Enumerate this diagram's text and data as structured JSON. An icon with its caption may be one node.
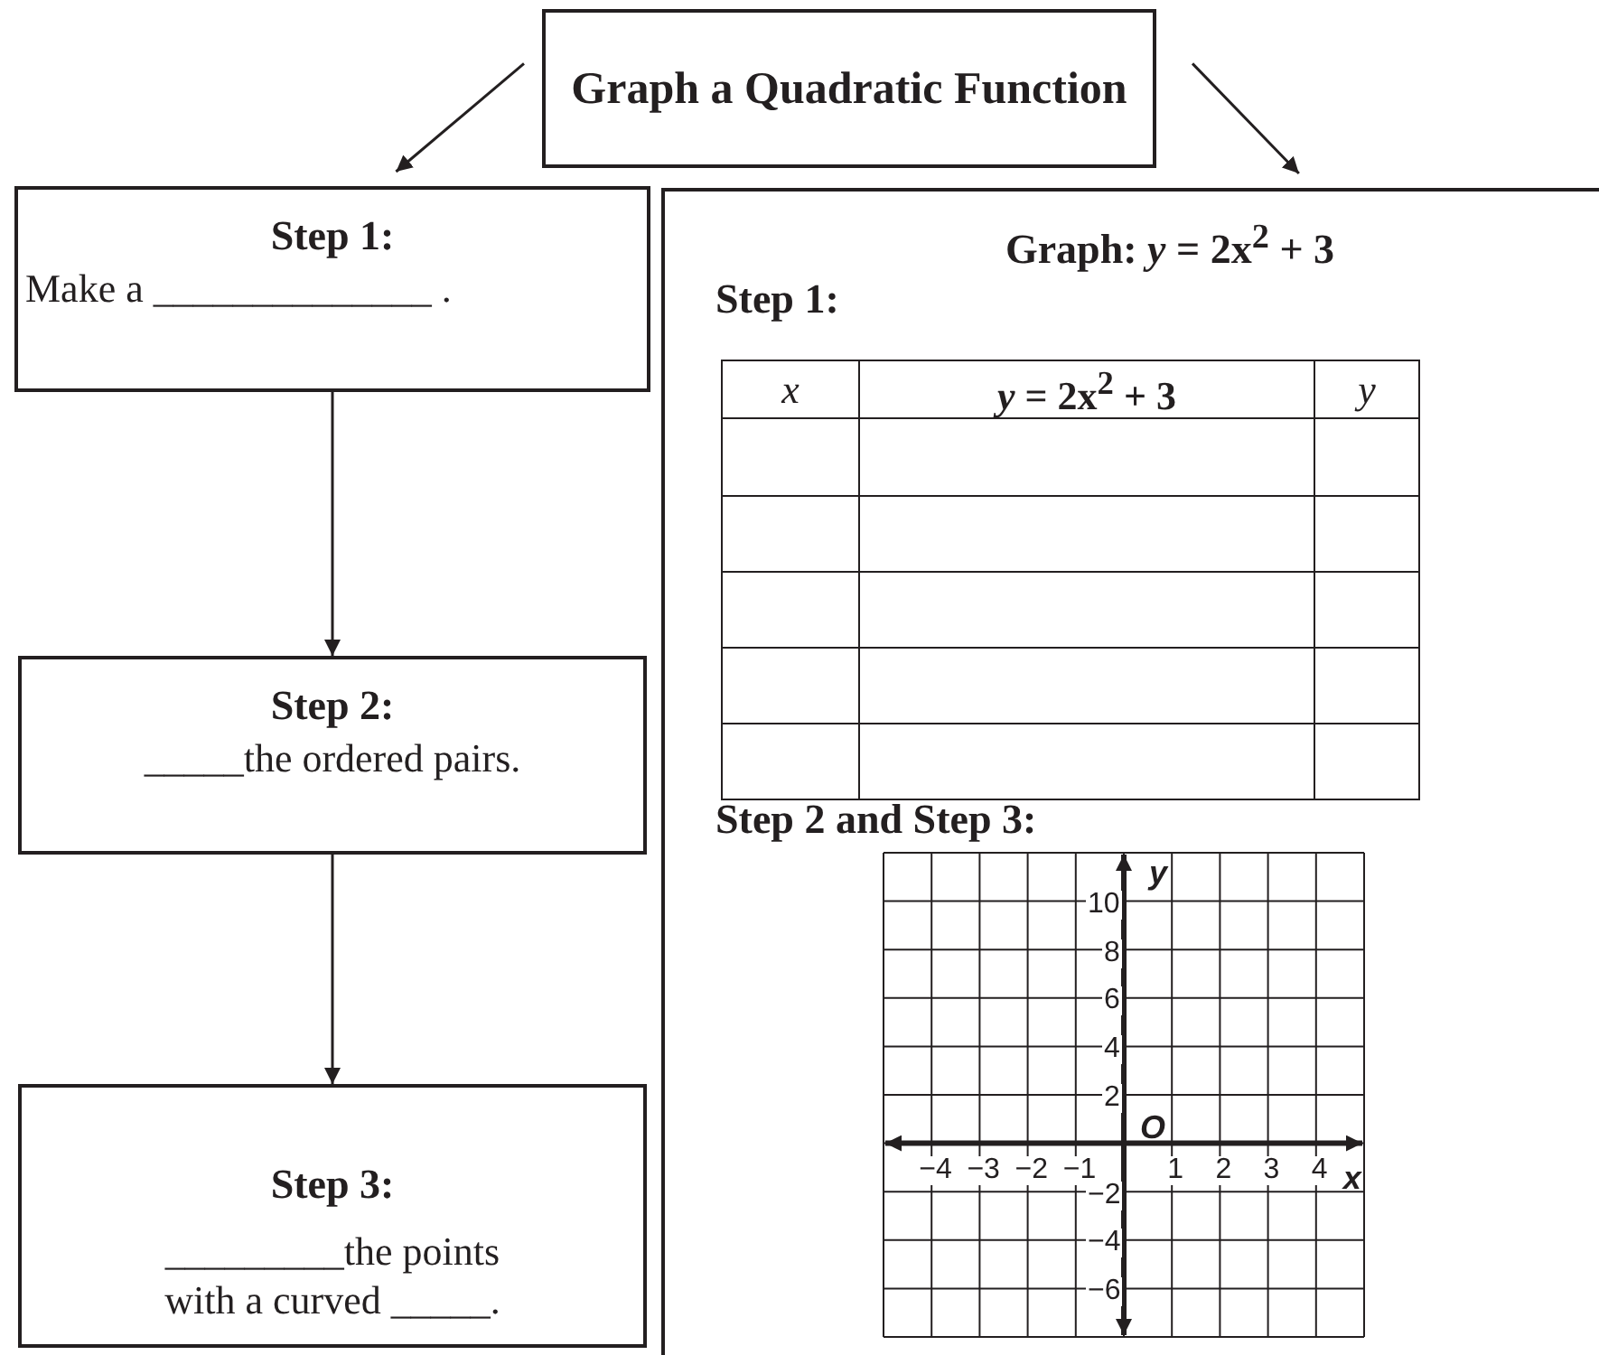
{
  "diagram": {
    "nodes": [
      {
        "text": [
          "Graph a Quadratic Function"
        ]
      },
      {
        "text": [
          "Step 1:",
          "Make a ______________ ."
        ]
      },
      {
        "text": [
          "Step 2:",
          "_____the ordered pairs."
        ]
      },
      {
        "text": [
          "Step 3:",
          "_________the points with a curved _____."
        ]
      },
      {
        "text": [
          "Graph: *y* = 2x$^{2}$ + 3",
          "Step 1:",
          "Step 2 and Step 3:"
        ]
      }
    ],
    "edges": [
      {
        "from": 0,
        "to": 1,
        "arrow": "to"
      },
      {
        "from": 0,
        "to": 4,
        "arrow": "to"
      },
      {
        "from": 1,
        "to": 2,
        "arrow": "to"
      },
      {
        "from": 2,
        "to": 3,
        "arrow": "to"
      }
    ],
    "labels": [
      "x",
      "*y* = 2x$^{2}$ + 3",
      "y",
      "y",
      "10",
      "8",
      "6",
      "4",
      "2",
      "O",
      "−4",
      "−3",
      "−2",
      "−1",
      "1",
      "2",
      "3",
      "4",
      "x",
      "−2",
      "−4",
      "−6"
    ]
  }
}
